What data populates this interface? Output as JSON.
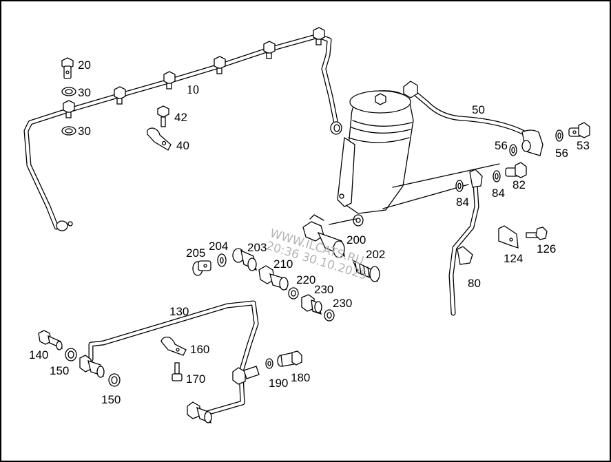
{
  "diagram": {
    "type": "exploded-parts-diagram",
    "subject": "Fuel filter and fuel/leak-off lines",
    "watermark": {
      "line1": "WWW.ILCATS.RU",
      "line2": "20:36 30.10.2025"
    },
    "callouts": [
      {
        "id": "c10",
        "label": "10",
        "part": "injector leak-off line"
      },
      {
        "id": "c20",
        "label": "20",
        "part": "banjo bolt"
      },
      {
        "id": "c30a",
        "label": "30",
        "part": "sealing washer"
      },
      {
        "id": "c30b",
        "label": "30",
        "part": "sealing washer"
      },
      {
        "id": "c40",
        "label": "40",
        "part": "clip"
      },
      {
        "id": "c42",
        "label": "42",
        "part": "bolt"
      },
      {
        "id": "c50",
        "label": "50",
        "part": "fuel line"
      },
      {
        "id": "c53",
        "label": "53",
        "part": "banjo bolt"
      },
      {
        "id": "c56a",
        "label": "56",
        "part": "sealing washer"
      },
      {
        "id": "c56b",
        "label": "56",
        "part": "sealing washer"
      },
      {
        "id": "c80",
        "label": "80",
        "part": "fuel line"
      },
      {
        "id": "c82",
        "label": "82",
        "part": "banjo bolt"
      },
      {
        "id": "c84a",
        "label": "84",
        "part": "sealing washer"
      },
      {
        "id": "c84b",
        "label": "84",
        "part": "sealing washer"
      },
      {
        "id": "c124",
        "label": "124",
        "part": "clip"
      },
      {
        "id": "c126",
        "label": "126",
        "part": "bolt"
      },
      {
        "id": "c130",
        "label": "130",
        "part": "fuel line"
      },
      {
        "id": "c140",
        "label": "140",
        "part": "banjo bolt"
      },
      {
        "id": "c150a",
        "label": "150",
        "part": "sealing washer"
      },
      {
        "id": "c150b",
        "label": "150",
        "part": "sealing washer"
      },
      {
        "id": "c160",
        "label": "160",
        "part": "clip"
      },
      {
        "id": "c170",
        "label": "170",
        "part": "bolt"
      },
      {
        "id": "c180",
        "label": "180",
        "part": "screw plug"
      },
      {
        "id": "c190",
        "label": "190",
        "part": "sealing ring"
      },
      {
        "id": "c200",
        "label": "200",
        "part": "fitting"
      },
      {
        "id": "c202",
        "label": "202",
        "part": "connector"
      },
      {
        "id": "c203",
        "label": "203",
        "part": "banjo fitting"
      },
      {
        "id": "c204",
        "label": "204",
        "part": "sealing washer"
      },
      {
        "id": "c205",
        "label": "205",
        "part": "banjo bolt"
      },
      {
        "id": "c210",
        "label": "210",
        "part": "union fitting"
      },
      {
        "id": "c220",
        "label": "220",
        "part": "union nut"
      },
      {
        "id": "c230a",
        "label": "230",
        "part": "sealing washer"
      },
      {
        "id": "c230b",
        "label": "230",
        "part": "sealing washer"
      }
    ]
  }
}
